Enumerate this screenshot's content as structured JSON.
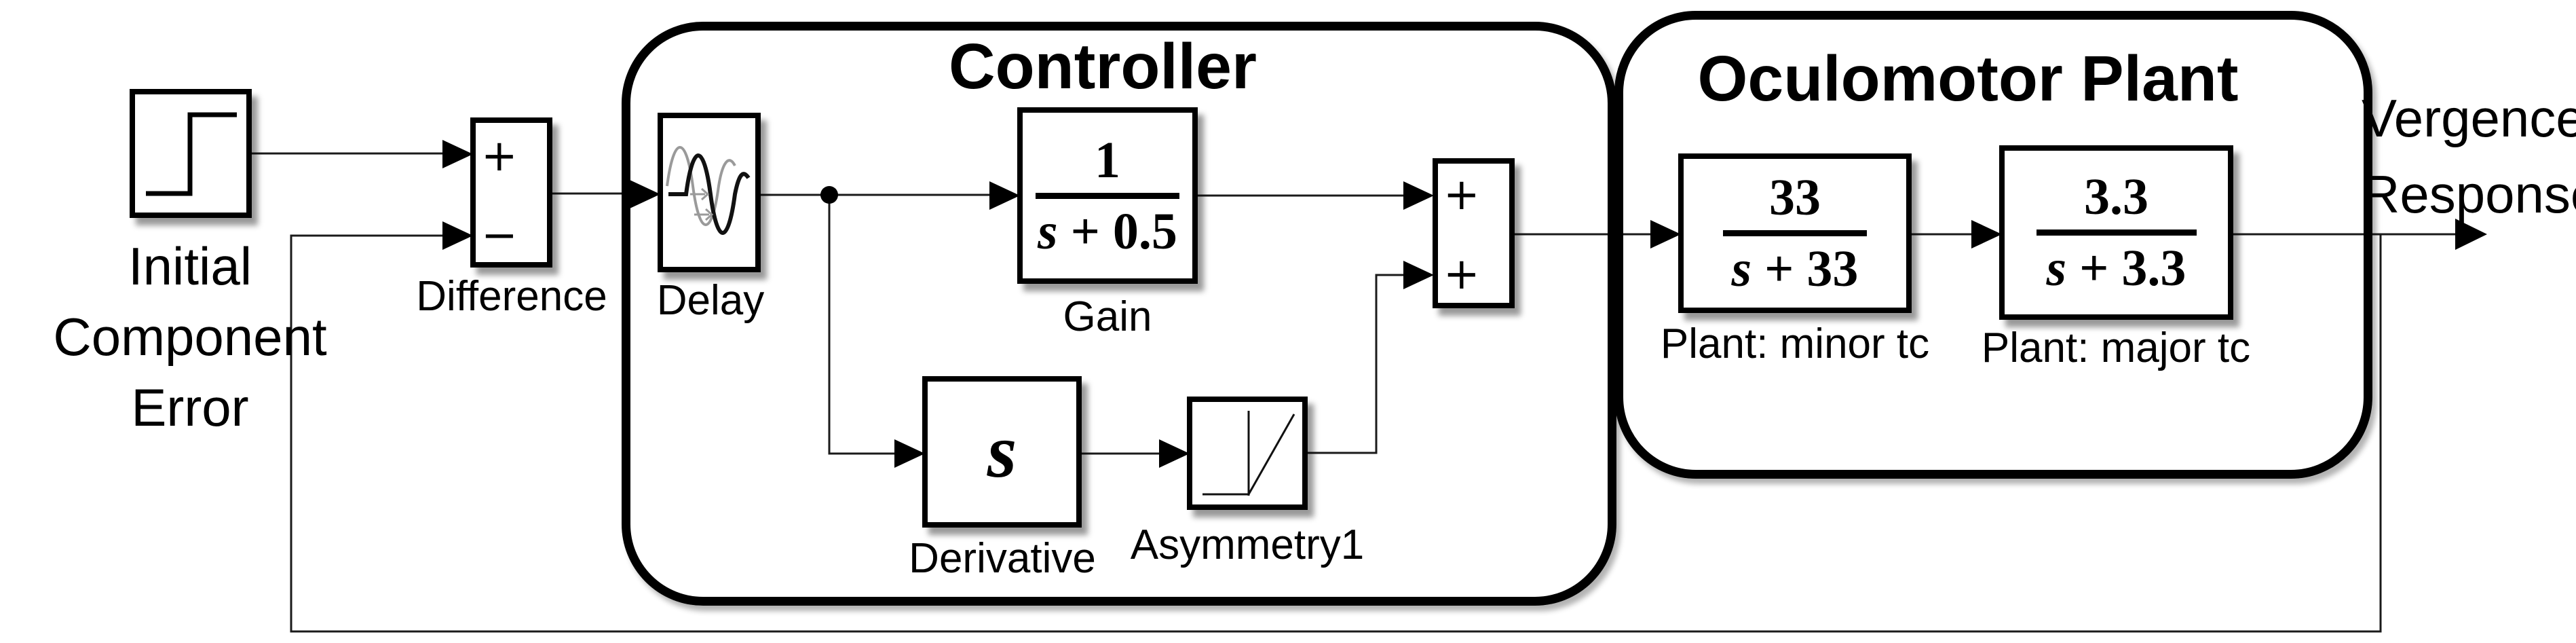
{
  "diagram": {
    "input_label": {
      "line1": "Initial",
      "line2": "Component",
      "line3": "Error"
    },
    "output_label": {
      "line1": "Vergence",
      "line2": "Response"
    },
    "groups": {
      "controller": {
        "title": "Controller"
      },
      "oculomotor_plant": {
        "title": "Oculomotor Plant"
      }
    },
    "blocks": {
      "step": {
        "icon": "step-signal-icon"
      },
      "difference": {
        "label": "Difference",
        "sign_top": "+",
        "sign_bottom": "−"
      },
      "delay": {
        "label": "Delay",
        "icon": "delayed-sine-icon"
      },
      "gain": {
        "label": "Gain",
        "numerator": "1",
        "den_var": "s",
        "den_rest": " + 0.5"
      },
      "derivative": {
        "label": "Derivative",
        "symbol": "s"
      },
      "asymmetry": {
        "label": "Asymmetry1",
        "icon": "asymmetric-ramp-icon"
      },
      "sum": {
        "sign_top": "+",
        "sign_bottom": "+"
      },
      "plant_minor": {
        "label": "Plant: minor tc",
        "numerator": "33",
        "den_var": "s",
        "den_rest": " + 33"
      },
      "plant_major": {
        "label": "Plant: major tc",
        "numerator": "3.3",
        "den_var": "s",
        "den_rest": " + 3.3"
      }
    },
    "colors": {
      "stroke": "#000000",
      "wire": "#1a1a1a",
      "icon_gray": "#9a9a9a",
      "background": "#ffffff"
    }
  }
}
